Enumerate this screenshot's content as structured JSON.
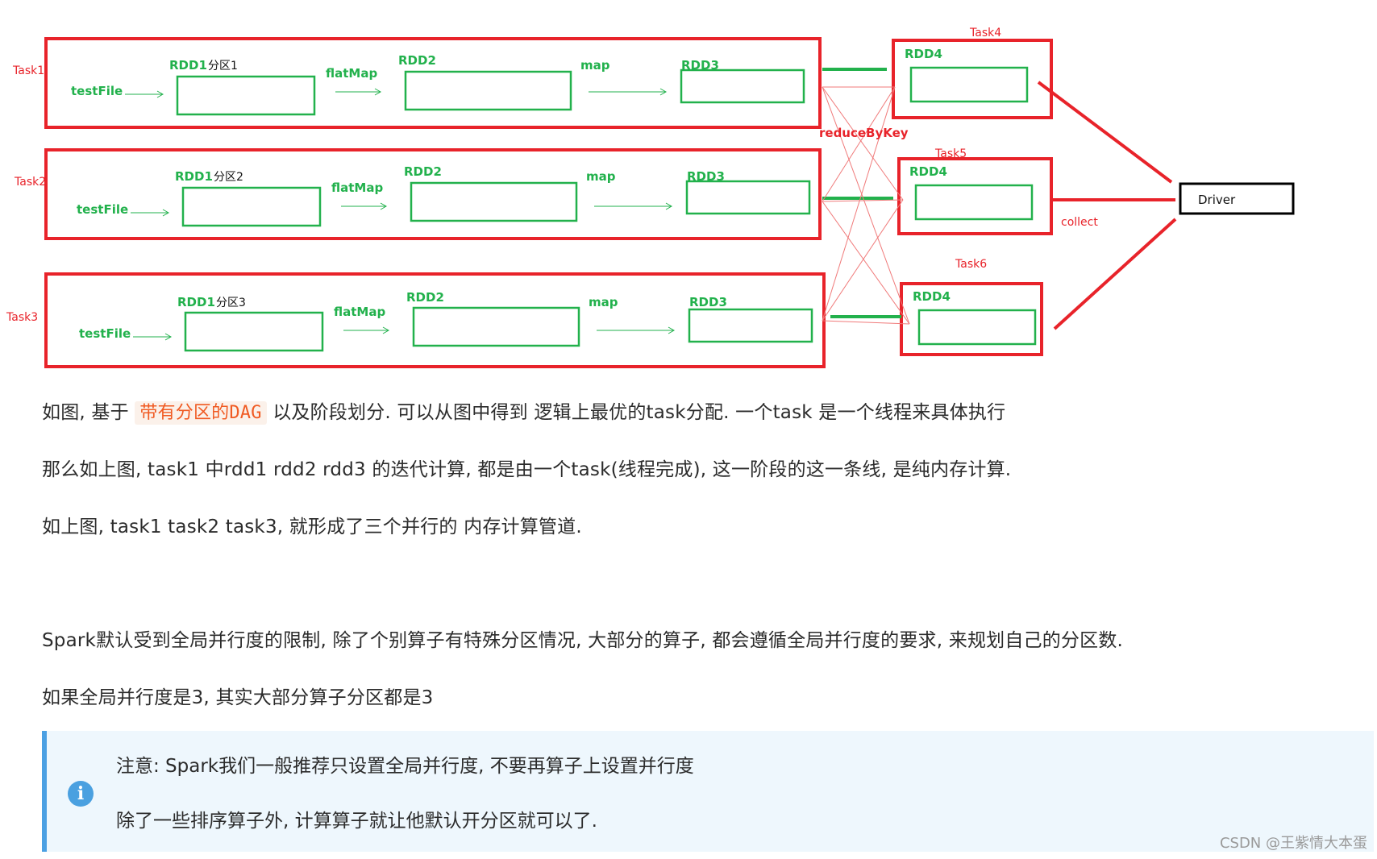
{
  "diagram": {
    "tasks": [
      {
        "label": "Task1",
        "partition": "分区1"
      },
      {
        "label": "Task2",
        "partition": "分区2"
      },
      {
        "label": "Task3",
        "partition": "分区3"
      }
    ],
    "reduce_tasks": [
      "Task4",
      "Task5",
      "Task6"
    ],
    "source_label": "testFile",
    "rdd1": "RDD1",
    "rdd2": "RDD2",
    "rdd3": "RDD3",
    "rdd4": "RDD4",
    "op_flatmap": "flatMap",
    "op_map": "map",
    "shuffle_label": "reduceByKey",
    "collect_label": "collect",
    "driver_label": "Driver",
    "colors": {
      "stage_red": "#e8232a",
      "rdd_green": "#22b14c",
      "driver_black": "#000000"
    }
  },
  "paragraphs": {
    "p1_before": "如图, 基于 ",
    "p1_highlight": "带有分区的DAG",
    "p1_after": " 以及阶段划分. 可以从图中得到 逻辑上最优的task分配. 一个task 是一个线程来具体执行",
    "p2": "那么如上图, task1 中rdd1 rdd2 rdd3 的迭代计算, 都是由一个task(线程完成), 这一阶段的这一条线, 是纯内存计算.",
    "p3": "如上图, task1 task2 task3, 就形成了三个并行的 内存计算管道.",
    "p4": "Spark默认受到全局并行度的限制, 除了个别算子有特殊分区情况, 大部分的算子, 都会遵循全局并行度的要求, 来规划自己的分区数.",
    "p5": "如果全局并行度是3, 其实大部分算子分区都是3"
  },
  "note": {
    "icon": "info-icon",
    "line1": "注意: Spark我们一般推荐只设置全局并行度, 不要再算子上设置并行度",
    "line2": "除了一些排序算子外, 计算算子就让他默认开分区就可以了."
  },
  "watermark": "CSDN @王紫情大本蛋"
}
